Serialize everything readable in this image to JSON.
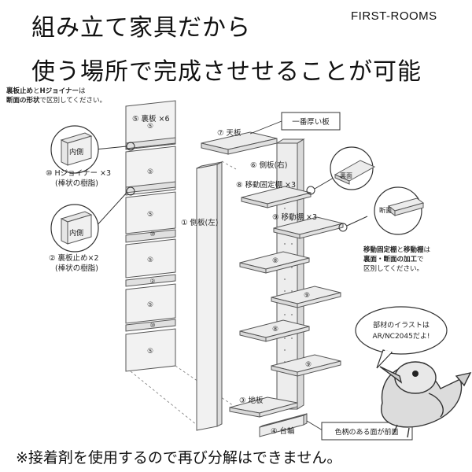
{
  "header": {
    "line1": "組み立て家具だから",
    "line2": "使う場所で完成させせることが可能",
    "brand": "FIRST-ROOMS"
  },
  "notes": {
    "back_a": "裏板止め",
    "back_b": "と",
    "back_c": "Hジョイナー",
    "back_d": "は",
    "back_e": "断面の形状",
    "back_f": "で区別してください。",
    "shelf_a": "移動固定棚",
    "shelf_b": "と",
    "shelf_c": "移動棚",
    "shelf_d": "は",
    "shelf_e": "裏面・断面の加工",
    "shelf_f": "で",
    "shelf_g": "区別してください。"
  },
  "parts": {
    "p1": "① 側板(左)",
    "p2": "② 裏板止め×2",
    "p2_sub": "(棒状の樹脂)",
    "p3": "③ 地板",
    "p4": "④ 台輪",
    "p5": "⑤ 裏板 ×6",
    "p6": "⑥ 側板(右)",
    "p7": "⑦ 天板",
    "p8": "⑧ 移動固定棚 ×3",
    "p9": "⑨ 移動棚 ×3",
    "p10": "⑩ Hジョイナー ×3",
    "p10_sub": "(棒状の樹脂)"
  },
  "panel_marks": {
    "back": "⑤",
    "joiner": "⑩",
    "stop": "②",
    "fixed": "⑧",
    "movable": "⑨"
  },
  "callouts": {
    "thickest": "一番厚い板",
    "front": "色柄のある面が前面",
    "inner": "内側",
    "back_face": "裏面",
    "cross_section": "断面",
    "speech_1": "部材のイラストは",
    "speech_2": "AR/NC2045だよ!"
  },
  "footer": "※接着剤を使用するので再び分解はできません。"
}
